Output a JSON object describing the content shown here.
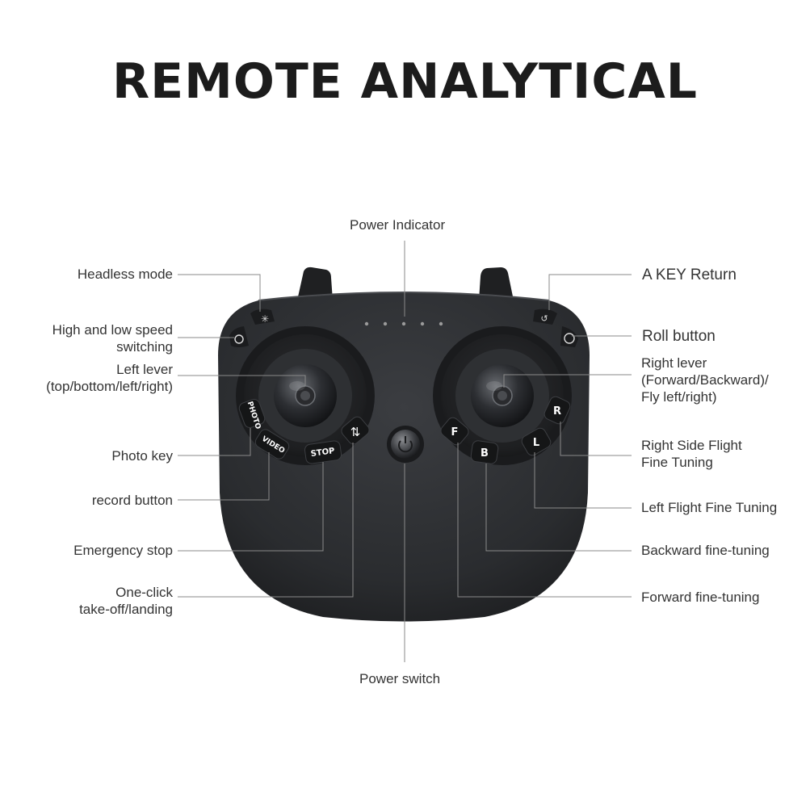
{
  "title": "REMOTE ANALYTICAL",
  "callouts": {
    "power_indicator": "Power Indicator",
    "headless_mode": "Headless mode",
    "speed_line1": "High and low speed",
    "speed_line2": "switching",
    "left_lever_line1": "Left lever",
    "left_lever_line2": "(top/bottom/left/right)",
    "photo_key": "Photo key",
    "record_button": "record button",
    "emergency_stop": "Emergency stop",
    "takeoff_line1": "One-click",
    "takeoff_line2": "take-off/landing",
    "power_switch": "Power switch",
    "a_key_return": "A KEY Return",
    "roll_button": "Roll button",
    "right_lever_line1": "Right lever",
    "right_lever_line2": "(Forward/Backward)/",
    "right_lever_line3": "Fly left/right)",
    "right_side_line1": "Right Side Flight",
    "right_side_line2": "Fine Tuning",
    "left_flight_fine_tuning": "Left Flight Fine Tuning",
    "backward_fine_tuning": "Backward fine-tuning",
    "forward_fine_tuning": "Forward fine-tuning"
  },
  "buttons": {
    "photo": "PHOTO",
    "video": "VIDEO",
    "stop": "STOP",
    "f": "F",
    "b": "B",
    "l": "L",
    "r": "R"
  },
  "colors": {
    "body": "#2a2c2f",
    "leader_line": "#8a8a8a",
    "text": "#333333"
  }
}
